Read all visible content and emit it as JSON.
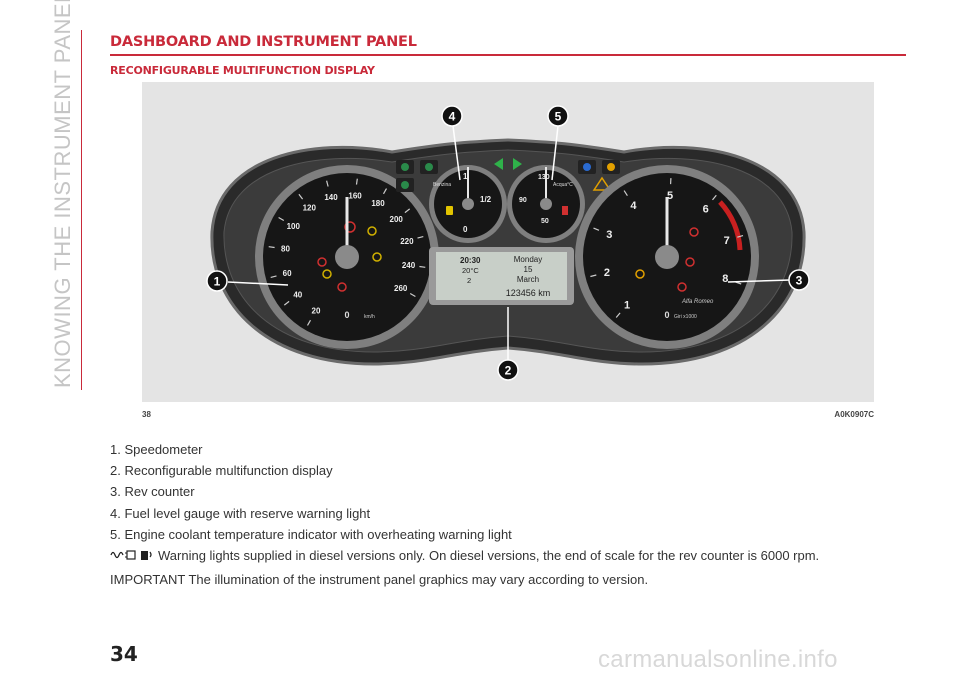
{
  "sidebar": {
    "section": "KNOWING THE INSTRUMENT PANEL"
  },
  "header": {
    "title": "DASHBOARD AND INSTRUMENT PANEL",
    "subtitle": "RECONFIGURABLE MULTIFUNCTION DISPLAY"
  },
  "figure": {
    "number": "38",
    "code": "A0K0907C",
    "callouts": [
      "1",
      "2",
      "3",
      "4",
      "5"
    ],
    "speedometer": {
      "ticks": [
        "20",
        "40",
        "60",
        "80",
        "100",
        "120",
        "140",
        "160",
        "180",
        "200",
        "220",
        "240",
        "260"
      ],
      "zero": "0",
      "unit": "km/h"
    },
    "fuel_gauge": {
      "label": "Benzina",
      "ticks": [
        "1",
        "1/2",
        "0"
      ]
    },
    "temp_gauge": {
      "label": "Acqua°C",
      "ticks": [
        "130",
        "90",
        "50"
      ]
    },
    "rev_counter": {
      "ticks": [
        "1",
        "2",
        "3",
        "4",
        "5",
        "6",
        "7",
        "8"
      ],
      "zero": "0",
      "unit": "Giri x1000",
      "brand": "Alfa Romeo"
    },
    "display": {
      "time": "20:30",
      "temperature": "20°C",
      "day": "Monday",
      "date": "15",
      "month": "March",
      "odometer": "123456 km",
      "gear": "2"
    }
  },
  "legend": [
    "1. Speedometer",
    "2. Reconfigurable multifunction display",
    "3. Rev counter",
    "4. Fuel level gauge with reserve warning light",
    "5. Engine coolant temperature indicator with overheating warning light"
  ],
  "note": "Warning lights supplied in diesel versions only. On diesel versions, the end of scale for the rev counter is 6000 rpm.",
  "important": "IMPORTANT The illumination of the instrument panel graphics may vary according to version.",
  "page_number": "34",
  "watermark": "carmanualsonline.info",
  "colors": {
    "accent": "#c92a3a",
    "figure_bg": "#e4e4e4"
  }
}
